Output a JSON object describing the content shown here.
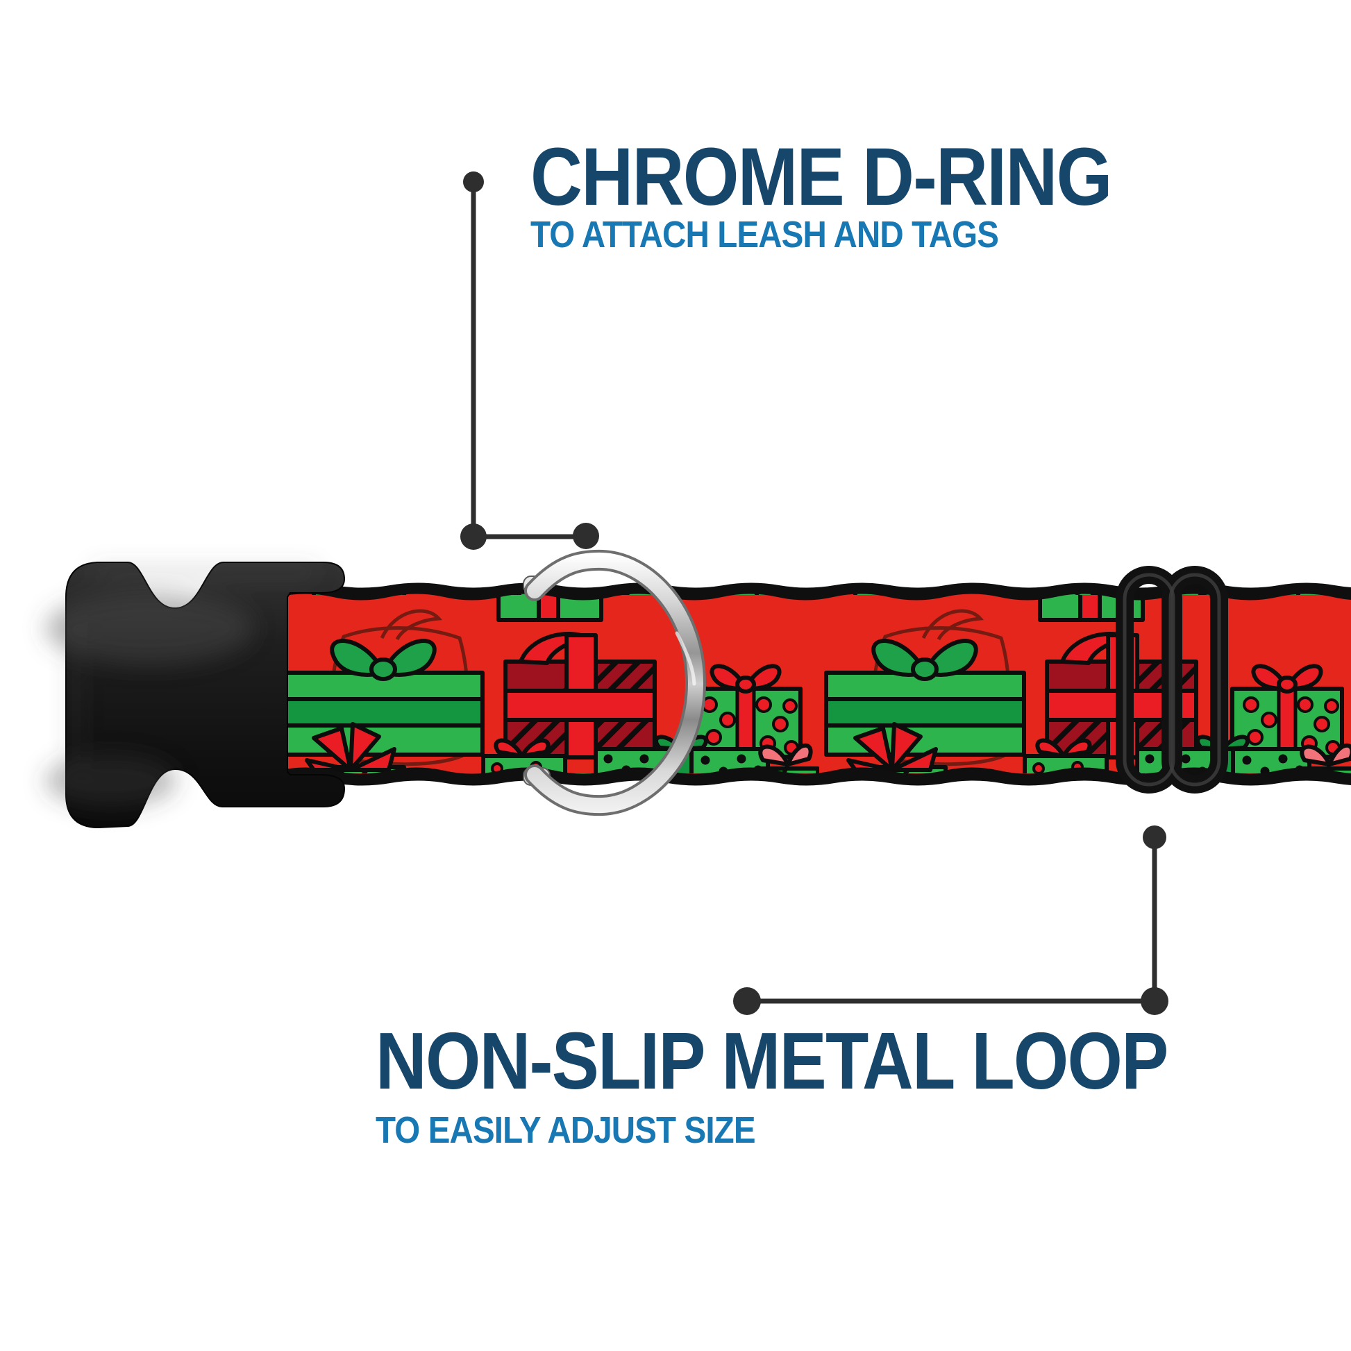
{
  "image_type": "product feature diagram",
  "product": {
    "name": "dog collar with christmas presents pattern",
    "parts": {
      "buckle": "black plastic side-release buckle",
      "webbing": "red webbing printed with green and red gift boxes",
      "d_ring": "chrome D-ring",
      "slider": "black non-slip metal adjuster loop"
    }
  },
  "callouts": {
    "top": {
      "title": "CHROME D-RING",
      "subtitle": "TO ATTACH LEASH AND TAGS"
    },
    "bottom": {
      "title": "NON-SLIP METAL LOOP",
      "subtitle": "TO EASILY ADJUST SIZE"
    }
  },
  "colors": {
    "background": "#FFFFFF",
    "title_navy": "#17466B",
    "subtitle_blue": "#1878B3",
    "callout_line": "#2E2E2E",
    "webbing_red": "#E5261D",
    "gift_green": "#2EB44D",
    "gift_dark_green": "#149540",
    "bow_green": "#1FA149",
    "plaid_dark_red": "#9E1220",
    "ribbon_red": "#EA1C24",
    "bow_salmon": "#F2737A",
    "chrome_silver": "#C9C9C9",
    "plastic_black": "#1A1A1A"
  }
}
